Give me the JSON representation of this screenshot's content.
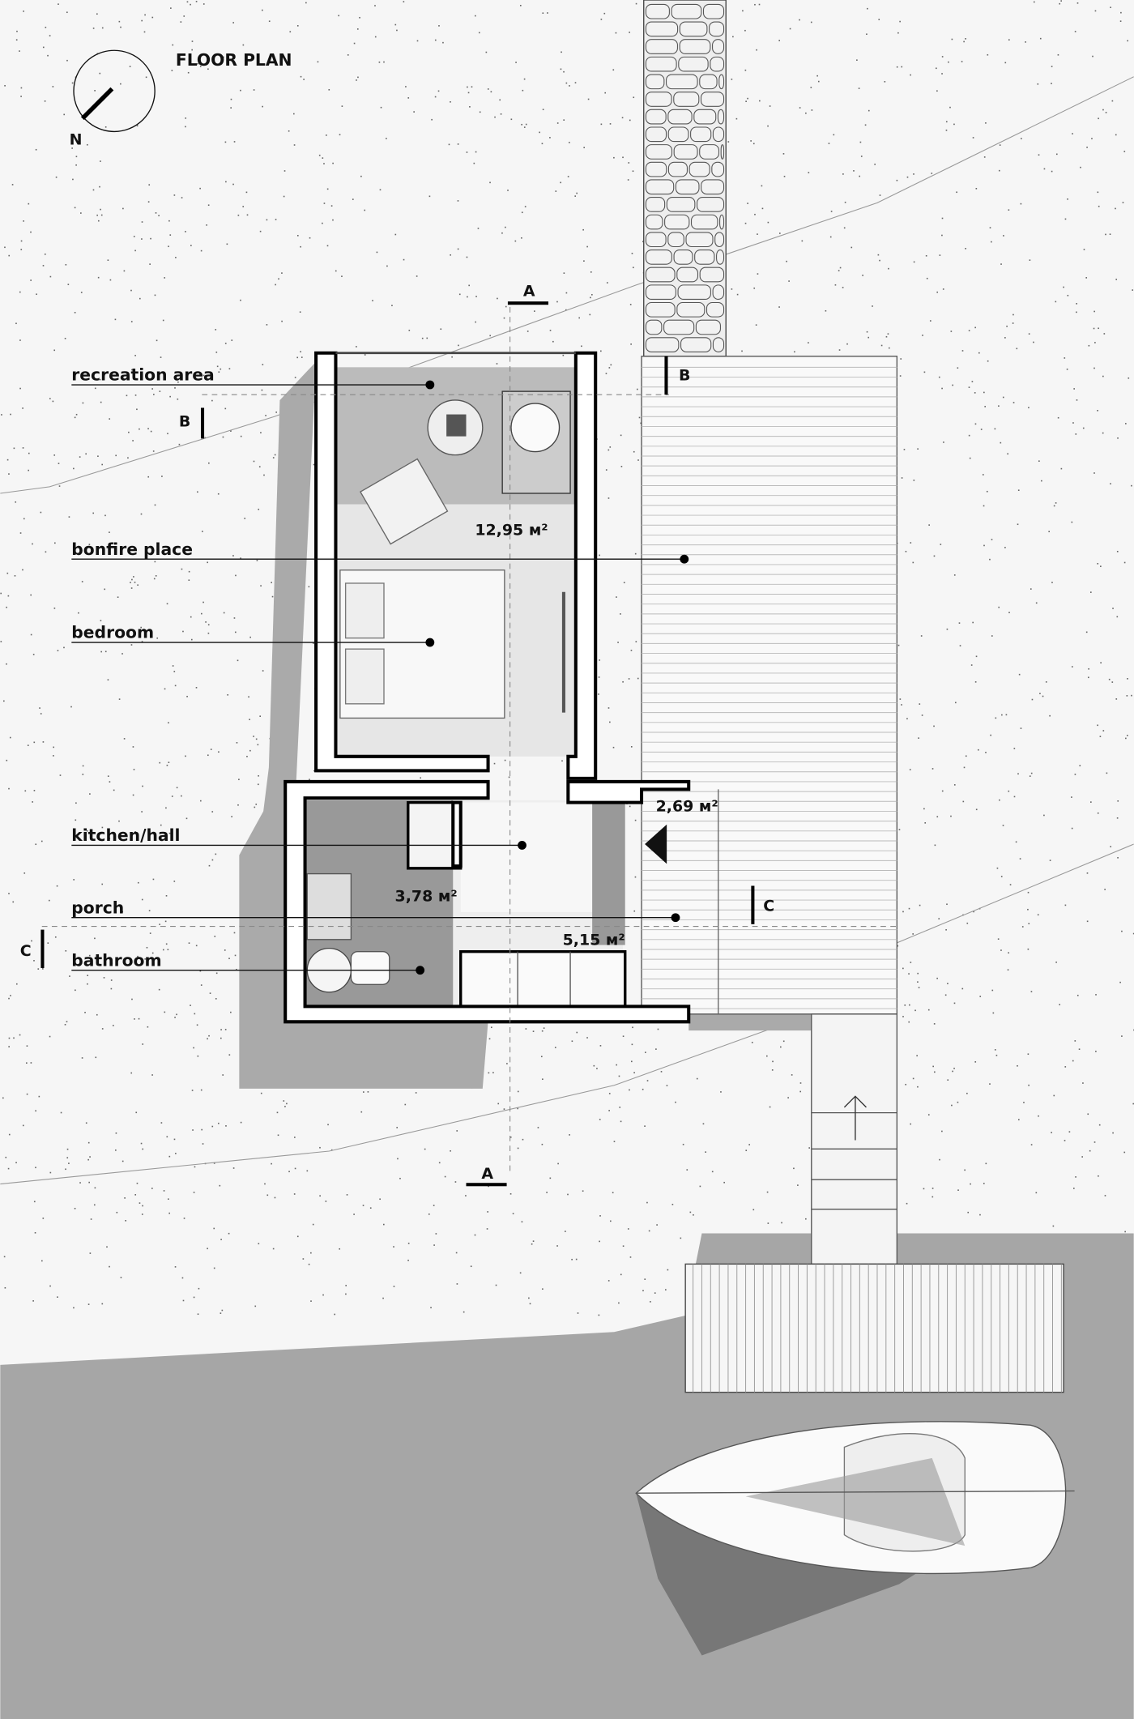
{
  "title": "FLOOR PLAN",
  "compass": {
    "north_label": "N"
  },
  "rooms": [
    {
      "label": "recreation area"
    },
    {
      "label": "bonfire place"
    },
    {
      "label": "bedroom"
    },
    {
      "label": "kitchen/hall"
    },
    {
      "label": "porch"
    },
    {
      "label": "bathroom"
    }
  ],
  "areas": [
    {
      "value": "12,95 м²"
    },
    {
      "value": "2,69 м²"
    },
    {
      "value": "3,78 м²"
    },
    {
      "value": "5,15 м²"
    }
  ],
  "sections": {
    "a": "A",
    "b": "B",
    "c": "C"
  },
  "colors": {
    "ground": "#f6f6f6",
    "shadow": "#aaaaaa",
    "water": "#a6a6a6",
    "wall": "#000000"
  }
}
